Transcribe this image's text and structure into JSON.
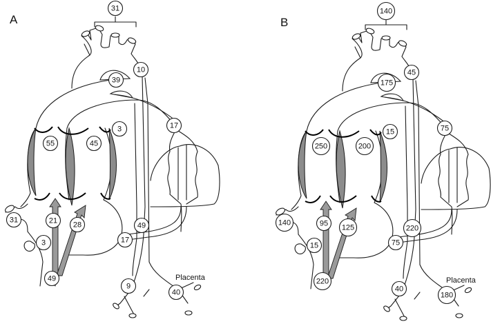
{
  "diagram": {
    "title": "Fetal circulation blood flow values",
    "panels": [
      {
        "label": "A",
        "placenta_label": "Placenta",
        "values": {
          "brachiocephalic_total": "31",
          "ductus_arteriosus_top": "10",
          "aortic_arch": "39",
          "pulmonary_artery": "17",
          "coronary": "3",
          "left_ventricle": "55",
          "right_ventricle": "45",
          "svc": "31",
          "coronary_sinus": "3",
          "foramen_ovale": "21",
          "tricuspid_flow": "28",
          "ivc": "49",
          "descending_aorta": "49",
          "pulmonary_veins": "17",
          "lower_body": "9",
          "placenta": "40"
        }
      },
      {
        "label": "B",
        "placenta_label": "Placenta",
        "values": {
          "brachiocephalic_total": "140",
          "ductus_arteriosus_top": "45",
          "aortic_arch": "175",
          "pulmonary_artery": "75",
          "coronary": "15",
          "left_ventricle": "250",
          "right_ventricle": "200",
          "svc": "140",
          "coronary_sinus": "15",
          "foramen_ovale": "95",
          "tricuspid_flow": "125",
          "ivc": "220",
          "descending_aorta": "220",
          "pulmonary_veins": "75",
          "lower_body": "40",
          "placenta": "180"
        }
      }
    ],
    "colors": {
      "line": "#1a1a1a",
      "valve_fill": "#8c8c8c",
      "arrow_fill": "#9a9a9a",
      "background": "#ffffff"
    }
  }
}
